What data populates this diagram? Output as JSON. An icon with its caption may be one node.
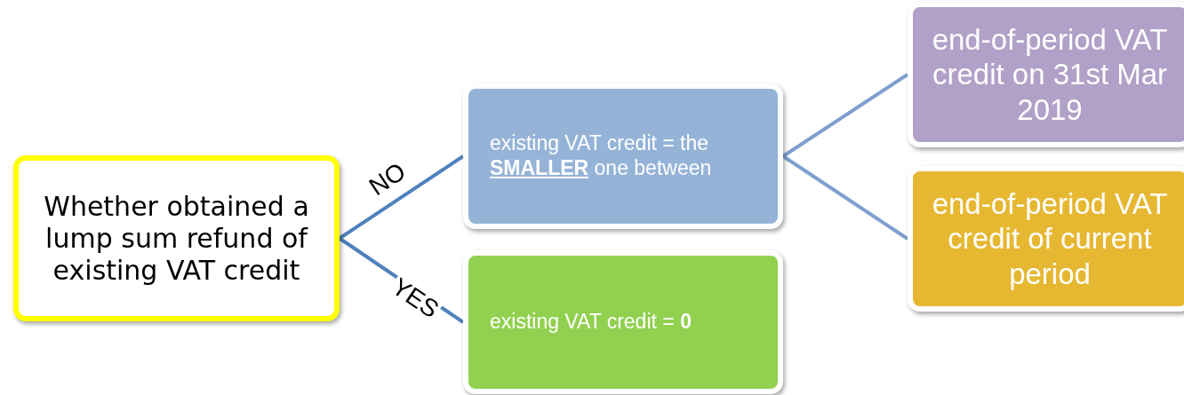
{
  "diagram": {
    "nodes": [
      {
        "text": [
          "Whether obtained a lump sum refund of existing VAT credit"
        ]
      },
      {
        "text": [
          "existing VAT credit = the **SMALLER** one between"
        ]
      },
      {
        "text": [
          "existing VAT credit = **0**"
        ]
      },
      {
        "text": [
          "end-of-period VAT credit on 31st Mar 2019"
        ]
      },
      {
        "text": [
          "end-of-period VAT credit of current period"
        ]
      }
    ],
    "edges": [
      {
        "from": 0,
        "to": 1,
        "arrow": "none",
        "label": "NO"
      },
      {
        "from": 0,
        "to": 2,
        "arrow": "none",
        "label": "YES"
      },
      {
        "from": 1,
        "to": 3,
        "arrow": "none",
        "color": "#7f9fcf"
      },
      {
        "from": 1,
        "to": 4,
        "arrow": "none",
        "color": "#7f9fcf"
      }
    ]
  }
}
